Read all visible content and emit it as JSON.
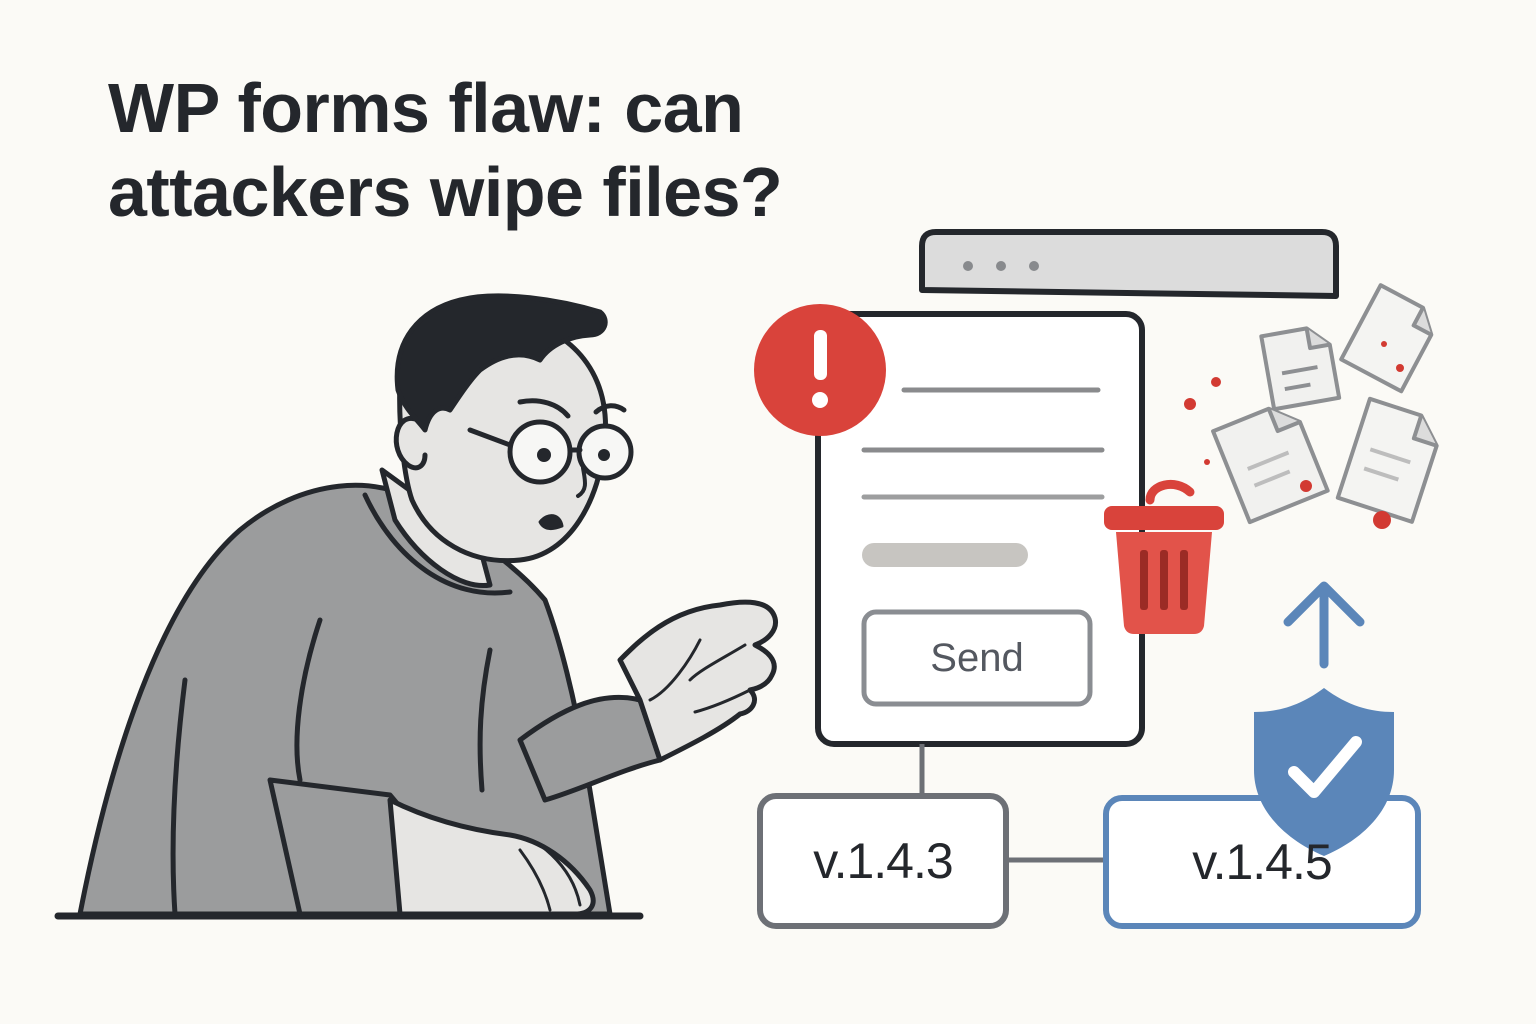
{
  "headline": {
    "line1": "WP forms flaw: can",
    "line2": "attackers wipe files?"
  },
  "form": {
    "send_label": "Send"
  },
  "versions": {
    "old": "v.1.4.3",
    "new": "v.1.4.5"
  },
  "icons": [
    "warning-icon",
    "trash-icon",
    "shield-check-icon",
    "arrow-up-icon",
    "document-icon"
  ],
  "colors": {
    "danger": "#d9433b",
    "secure": "#5b86b9",
    "ink": "#24272c",
    "background": "#fbfaf6"
  }
}
